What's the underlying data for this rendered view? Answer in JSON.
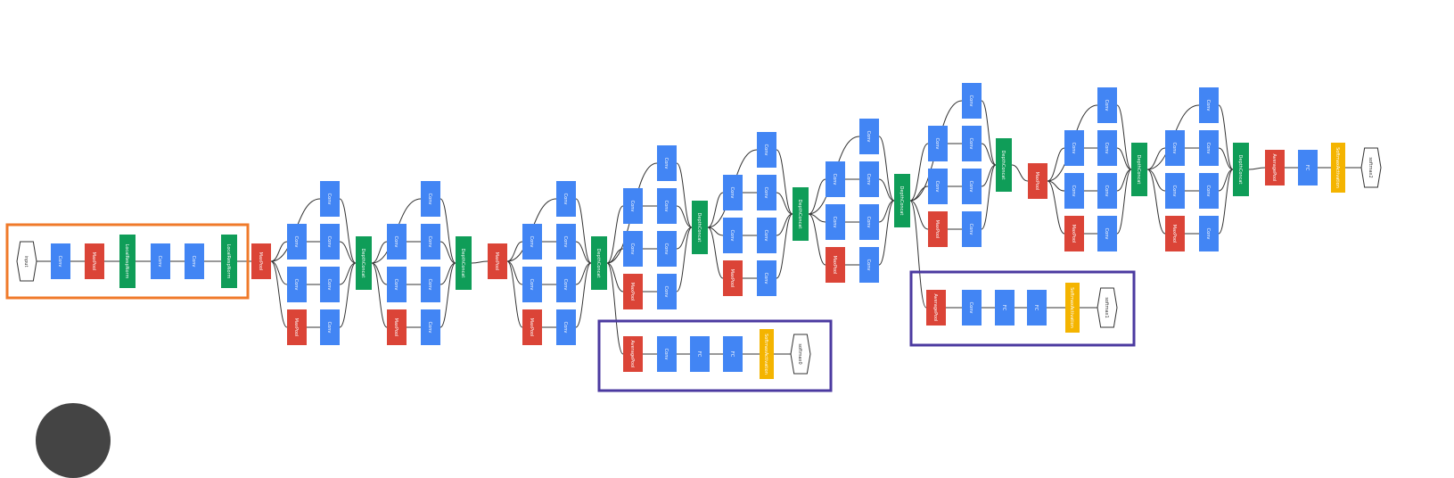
{
  "colors": {
    "conv": "#4285f4",
    "pool": "#db4437",
    "concat": "#0f9d58",
    "softmax": "#f4b400",
    "edge": "#333333",
    "highlight_stem": "#f07a2a",
    "highlight_aux": "#4b3aa0"
  },
  "labels": {
    "input": "input",
    "conv": "Conv",
    "maxpool": "MaxPool",
    "avgpool": "AveragePool",
    "lrn": "LocalRespNorm",
    "concat": "DepthConcat",
    "fc": "FC",
    "softmax": "SoftmaxActivation",
    "softmax_out0": "softmax0",
    "softmax_out1": "softmax1",
    "softmax_out2": "softmax2"
  }
}
